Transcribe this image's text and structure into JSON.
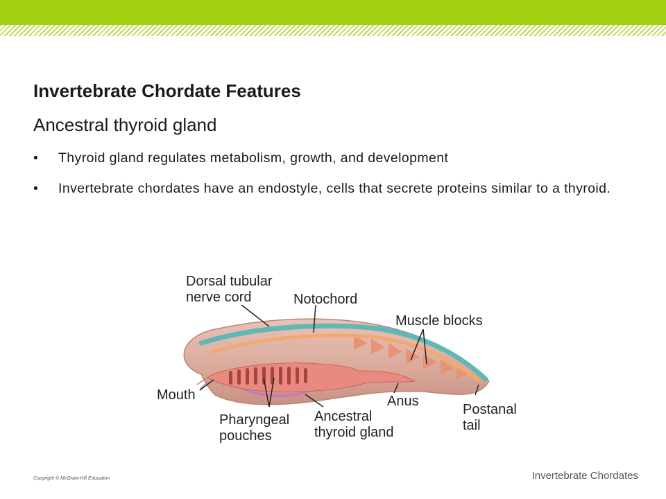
{
  "slide": {
    "title": "Invertebrate Chordate Features",
    "subtitle": "Ancestral thyroid gland",
    "bullets": [
      "Thyroid gland regulates metabolism, growth, and development",
      "Invertebrate chordates have an endostyle, cells that secrete proteins similar to a thyroid."
    ],
    "bullet_glyph": "•"
  },
  "diagram": {
    "labels": {
      "dorsal_line1": "Dorsal tubular",
      "dorsal_line2": "nerve cord",
      "notochord": "Notochord",
      "muscle_blocks": "Muscle blocks",
      "mouth": "Mouth",
      "anus": "Anus",
      "postanal_line1": "Postanal",
      "postanal_line2": "tail",
      "pharyngeal_line1": "Pharyngeal",
      "pharyngeal_line2": "pouches",
      "thyroid_line1": "Ancestral",
      "thyroid_line2": "thyroid gland"
    }
  },
  "footer": {
    "copyright": "Copyright © McGraw-Hill Education",
    "section": "Invertebrate Chordates"
  },
  "colors": {
    "accent_green": "#a4d014",
    "body_fill": "#d9a99a",
    "nerve_cord": "#5fb8b4",
    "notochord": "#f2a870",
    "pharynx": "#e88a80",
    "endostyle": "#c77bb8"
  }
}
